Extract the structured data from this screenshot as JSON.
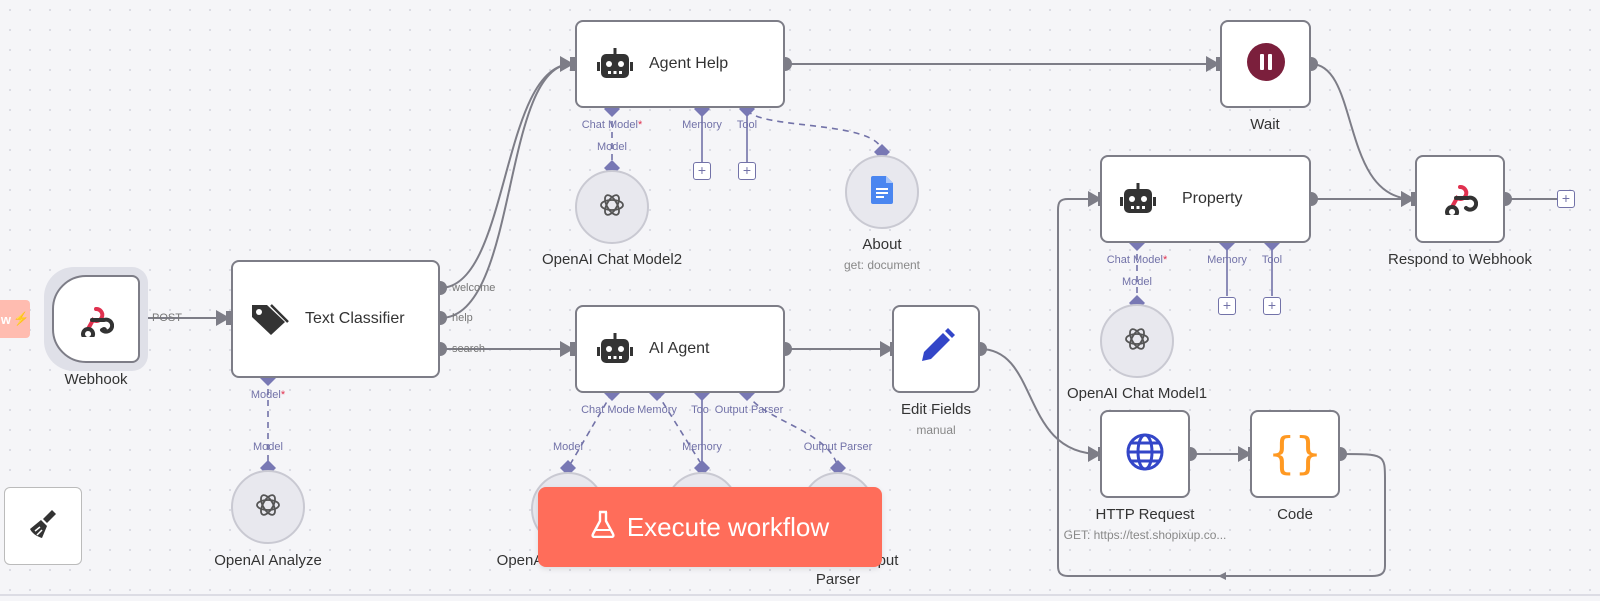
{
  "nodes": {
    "webhook": {
      "label": "Webhook"
    },
    "text_classifier": {
      "title": "Text Classifier",
      "outputs": [
        "welcome",
        "help",
        "search"
      ],
      "inputs": [
        {
          "name": "Model",
          "required": true
        }
      ]
    },
    "agent_help": {
      "title": "Agent Help",
      "inputs": [
        {
          "name": "Chat Model",
          "required": true
        },
        {
          "name": "Memory"
        },
        {
          "name": "Tool"
        }
      ]
    },
    "ai_agent": {
      "title": "AI Agent",
      "inputs": [
        {
          "name": "Chat Mode"
        },
        {
          "name": "Memory"
        },
        {
          "name": "Too"
        },
        {
          "name": "Output Parser"
        }
      ]
    },
    "edit_fields": {
      "label": "Edit Fields",
      "sublabel": "manual"
    },
    "about": {
      "label": "About",
      "sublabel": "get: document",
      "port": ""
    },
    "wait": {
      "label": "Wait"
    },
    "property": {
      "title": "Property",
      "inputs": [
        {
          "name": "Chat Model",
          "required": true
        },
        {
          "name": "Memory"
        },
        {
          "name": "Tool"
        }
      ]
    },
    "respond": {
      "label": "Respond to Webhook"
    },
    "http": {
      "label": "HTTP Request",
      "sublabel": "GET: https://test.shopixup.co..."
    },
    "code": {
      "label": "Code"
    },
    "openai_chat_model2": {
      "label": "OpenAI Chat Model2",
      "port": "Model"
    },
    "openai_chat_model1": {
      "label": "OpenAI Chat Model1",
      "port": "Model"
    },
    "openai_analyze": {
      "label": "OpenAI Analyze",
      "port": "Model"
    },
    "ai_model": {
      "label": "OpenA",
      "port": "Model"
    },
    "ai_memory": {
      "port": "Memory"
    },
    "ai_parser": {
      "label_line1": "put",
      "label_line2": "Parser",
      "port": "Output Parser"
    }
  },
  "edge_labels": {
    "post": "POST"
  },
  "trigger_tab": {
    "text": "w"
  },
  "execute_button": {
    "label": "Execute workflow"
  },
  "colors": {
    "accent": "#ff6d5a",
    "port": "#7272a8",
    "edge": "#7d7d87",
    "webhook_pink": "#e0314f",
    "code_orange": "#ff9922",
    "globe_blue": "#3346c8",
    "wait_maroon": "#7b1f3c"
  },
  "icons": {
    "agent": "robot-icon",
    "classifier": "tag-icon",
    "webhook": "webhook-icon",
    "openai": "openai-icon",
    "doc": "google-doc-icon",
    "pause": "pause-icon",
    "pencil": "pencil-icon",
    "globe": "globe-icon",
    "code": "braces-icon",
    "flask": "flask-icon",
    "broom": "broom-icon",
    "plus": "plus-icon"
  }
}
